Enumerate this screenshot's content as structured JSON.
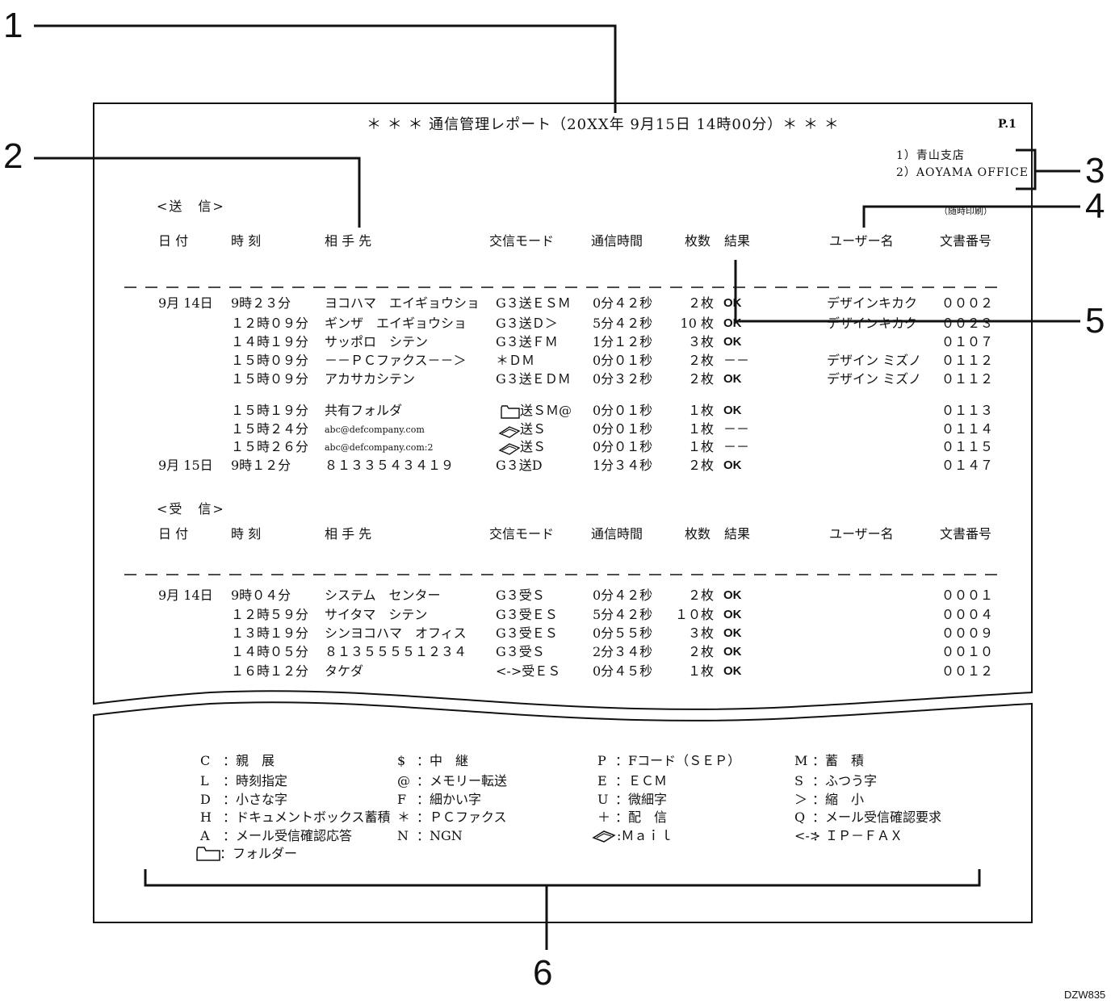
{
  "callouts": [
    "1",
    "2",
    "3",
    "4",
    "5",
    "6"
  ],
  "report": {
    "title": "＊ ＊ ＊  通信管理レポート（20XX年 9月15日 14時00分）＊ ＊ ＊",
    "page": "P.1",
    "station_ids": [
      "1）青山支店",
      "2）AOYAMA OFFICE"
    ],
    "print_mode_note": "（随時印刷）"
  },
  "columns": {
    "date": "日 付",
    "time": "時 刻",
    "dest": "相 手 先",
    "mode": "交信モード",
    "duration": "通信時間",
    "pages": "枚数",
    "result": "結果",
    "user": "ユーザー名",
    "doc": "文書番号"
  },
  "send": {
    "title": "<送　信>",
    "rows": [
      {
        "date": "9月 14日",
        "time": "9時２３分",
        "dest": "ヨコハマ　エイギョウショ",
        "mode": "G３送ＥＳＭ",
        "duration": "0分４２秒",
        "pages": "２枚",
        "result": "OK",
        "user": "デザインキカク",
        "doc": "０００２"
      },
      {
        "date": "",
        "time": "１２時０９分",
        "dest": "ギンザ　エイギョウショ",
        "mode": "G３送Ｄ＞",
        "duration": "5分４２秒",
        "pages": "10 枚",
        "result": "OK",
        "user": "デザインキカク",
        "doc": "００２３"
      },
      {
        "date": "",
        "time": "１４時１９分",
        "dest": "サッポロ　シテン",
        "mode": "G３送ＦＭ",
        "duration": "1分１２秒",
        "pages": "３枚",
        "result": "OK",
        "user": "",
        "doc": "０１０７"
      },
      {
        "date": "",
        "time": "１５時０９分",
        "dest": "－－ＰＣファクス－－＞",
        "mode": "＊ＤＭ",
        "duration": "0分０１秒",
        "pages": "２枚",
        "result": "－－",
        "user": "デザイン ミズノ",
        "doc": "０１１２"
      },
      {
        "date": "",
        "time": "１５時０９分",
        "dest": "アカサカシテン",
        "mode": "G３送ＥＤＭ",
        "duration": "0分３２秒",
        "pages": "２枚",
        "result": "OK",
        "user": "デザイン ミズノ",
        "doc": "０１１２"
      },
      {
        "date": "",
        "time": "１５時１９分",
        "dest": "共有フォルダ",
        "mode": "送ＳＭ@",
        "mode_icon": "folder-icon",
        "duration": "0分０１秒",
        "pages": "１枚",
        "result": "OK",
        "user": "",
        "doc": "０１１３"
      },
      {
        "date": "",
        "time": "１５時２４分",
        "dest": "abc@defcompany.com",
        "mode": "送Ｓ",
        "mode_icon": "mail-icon",
        "duration": "0分０１秒",
        "pages": "１枚",
        "result": "－－",
        "user": "",
        "doc": "０１１４"
      },
      {
        "date": "",
        "time": "１５時２６分",
        "dest": "abc@defcompany.com:2",
        "mode": "送Ｓ",
        "mode_icon": "mail-icon",
        "duration": "0分０１秒",
        "pages": "１枚",
        "result": "－－",
        "user": "",
        "doc": "０１１５"
      },
      {
        "date": "9月 15日",
        "time": "9時１２分",
        "dest": "８１３３５４３４１９",
        "mode": "G３送D",
        "duration": "1分３４秒",
        "pages": "２枚",
        "result": "OK",
        "user": "",
        "doc": "０１４７"
      }
    ]
  },
  "receive": {
    "title": "<受　信>",
    "rows": [
      {
        "date": "9月 14日",
        "time": "9時０４分",
        "dest": "システム　センター",
        "mode": "G３受Ｓ",
        "duration": "0分４２秒",
        "pages": "２枚",
        "result": "OK",
        "user": "",
        "doc": "０００１"
      },
      {
        "date": "",
        "time": "１２時５９分",
        "dest": "サイタマ　シテン",
        "mode": "G３受ＥＳ",
        "duration": "5分４２秒",
        "pages": "１０枚",
        "result": "OK",
        "user": "",
        "doc": "０００４"
      },
      {
        "date": "",
        "time": "１３時１９分",
        "dest": "シンヨコハマ　オフィス",
        "mode": "G３受ＥＳ",
        "duration": "0分５５秒",
        "pages": "３枚",
        "result": "OK",
        "user": "",
        "doc": "０００９"
      },
      {
        "date": "",
        "time": "１４時０５分",
        "dest": "８１３５５５５１２３４",
        "mode": "G３受Ｓ",
        "duration": "2分３４秒",
        "pages": "２枚",
        "result": "OK",
        "user": "",
        "doc": "００１０"
      },
      {
        "date": "",
        "time": "１６時１２分",
        "dest": "タケダ",
        "mode": "<->受ＥＳ",
        "duration": "0分４５秒",
        "pages": "１枚",
        "result": "OK",
        "user": "",
        "doc": "００１２"
      }
    ]
  },
  "legend": [
    [
      {
        "key": "C",
        "label": "：親　展"
      },
      {
        "key": "L",
        "label": "：時刻指定"
      },
      {
        "key": "D",
        "label": "：小さな字"
      },
      {
        "key": "H",
        "label": "：ドキュメントボックス蓄積"
      },
      {
        "key": "A",
        "label": "：メール受信確認応答"
      },
      {
        "key": "",
        "icon": "folder-icon",
        "label": "：フォルダー"
      }
    ],
    [
      {
        "key": "$",
        "label": "：中　継"
      },
      {
        "key": "@",
        "label": "：メモリー転送"
      },
      {
        "key": "F",
        "label": "：細かい字"
      },
      {
        "key": "＊",
        "label": "：ＰＣファクス"
      },
      {
        "key": "N",
        "label": "：NGN"
      }
    ],
    [
      {
        "key": "P",
        "label": "：Fコード（ＳＥＰ）"
      },
      {
        "key": "E",
        "label": "：ＥＣＭ"
      },
      {
        "key": "U",
        "label": "：微細字"
      },
      {
        "key": "＋",
        "label": "：配　信"
      },
      {
        "key": "",
        "icon": "mail-icon",
        "label": ":Ｍａｉｌ"
      }
    ],
    [
      {
        "key": "M",
        "label": "：蓄　積"
      },
      {
        "key": "S",
        "label": "：ふつう字"
      },
      {
        "key": "＞",
        "label": "：縮　小"
      },
      {
        "key": "Q",
        "label": "：メール受信確認要求"
      },
      {
        "key": "<->",
        "label": "：ＩＰ－ＦＡＸ"
      }
    ]
  ],
  "figure_code": "DZW835"
}
